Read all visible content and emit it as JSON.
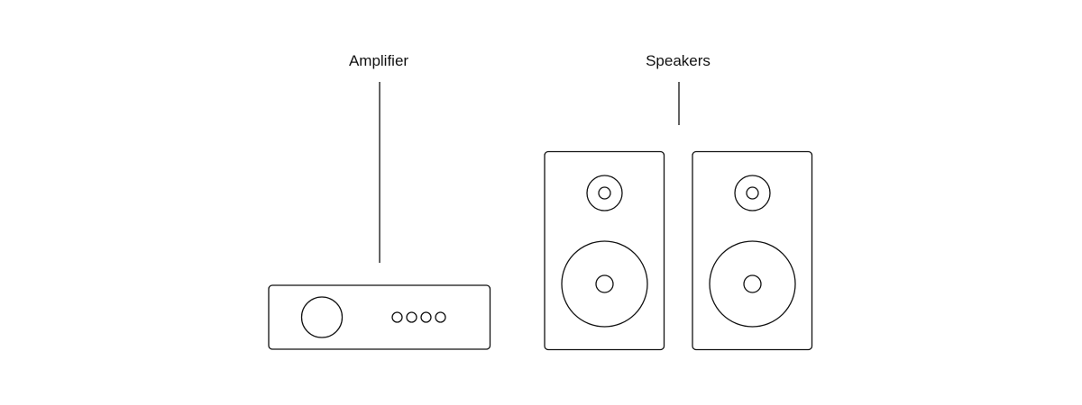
{
  "labels": {
    "amplifier": "Amplifier",
    "speakers": "Speakers"
  },
  "colors": {
    "line": "#111111",
    "background": "#ffffff"
  },
  "items": {
    "amplifier": {
      "knob_count": 1,
      "button_count": 4
    },
    "speakers": {
      "count": 2
    }
  }
}
